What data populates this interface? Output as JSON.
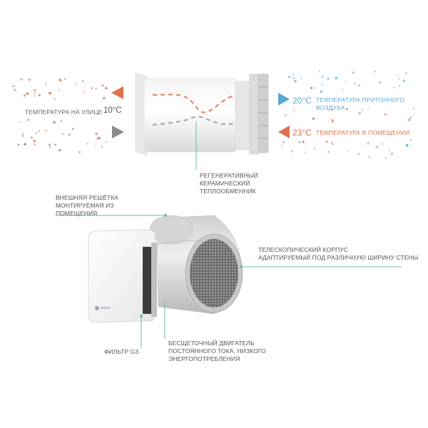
{
  "colors": {
    "warm": "#e0714e",
    "cold": "#5ba8d6",
    "grey_arrow": "#8c8c8c",
    "leader": "#6fb8a8"
  },
  "outside": {
    "label": "ТЕМПЕРАТУРА НА УЛИЦЕ",
    "temp": "10°C"
  },
  "supply": {
    "temp": "20°C",
    "label_lines": [
      "ТЕМПЕРАТУРА ПРИТОЧНОГО",
      "ВОЗДУХА"
    ]
  },
  "room": {
    "temp": "23°C",
    "label": "ТЕМПЕРАТУРА В ПОМЕЩЕНИИ"
  },
  "callouts": {
    "heat_exchanger": [
      "РЕГЕНЕРАТИВНЫЙ",
      "КЕРАМИЧЕСКИЙ",
      "ТЕПЛООБМЕННИК"
    ],
    "grille": [
      "ВНЕШНЯЯ РЕШЁТКА",
      "МОНТИРУЕМАЯ ИЗ",
      "ПОМЕЩЕНИЯ"
    ],
    "housing": [
      "ТЕЛЕСКОПИЧЕСКИЙ КОРПУС",
      "АДАПТИРУЕМЫЙ ПОД РАЗЛИЧНУЮ ШИРИНУ СТЕНЫ"
    ],
    "filter": [
      "ФИЛЬТР G3"
    ],
    "motor": [
      "БЕСЩЕТОЧНЫЙ ДВИГАТЕЛЬ",
      "ПОСТОЯННОГО ТОКА, НИЗКОГО",
      "ЭНЕРГОПОТРЕБЛЕНИЯ"
    ]
  }
}
